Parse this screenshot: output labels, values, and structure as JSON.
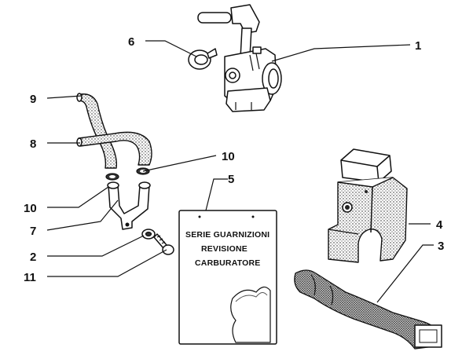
{
  "diagram": {
    "callouts": {
      "c1": "1",
      "c2": "2",
      "c3": "3",
      "c4": "4",
      "c5": "5",
      "c6": "6",
      "c7": "7",
      "c8": "8",
      "c9": "9",
      "c10a": "10",
      "c10b": "10",
      "c11": "11"
    },
    "kit_card": {
      "line1": "SERIE GUARNIZIONI",
      "line2": "REVISIONE",
      "line3": "CARBURATORE"
    },
    "icons": [
      "carburetor",
      "hose-clamp",
      "fuel-hose",
      "hose-clip",
      "fuel-tap-fitting",
      "washer",
      "screw",
      "gasket-kit-card",
      "spacer-block",
      "intake-duct"
    ]
  }
}
